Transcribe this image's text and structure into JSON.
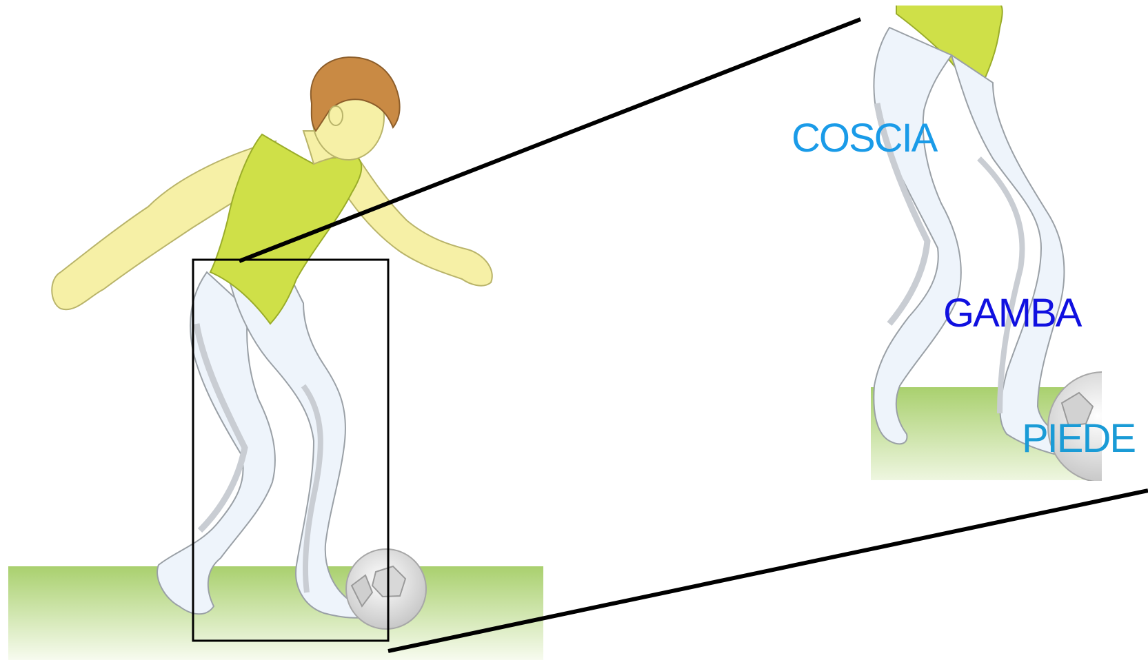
{
  "labels": {
    "thigh": "COSCIA",
    "leg": "GAMBA",
    "foot": "PIEDE"
  },
  "colors": {
    "thigh_label": "#1a9be8",
    "leg_label": "#1010e0",
    "foot_label": "#1a9bd6",
    "shirt": "#cfe048",
    "skin": "#f6f0a6",
    "hair": "#c98a44",
    "trousers": "#eef4fb",
    "trouser_shadow": "#c9cdd3",
    "grass_top": "#a8d070",
    "grass_bottom": "#ffffff",
    "outline": "#000000"
  }
}
